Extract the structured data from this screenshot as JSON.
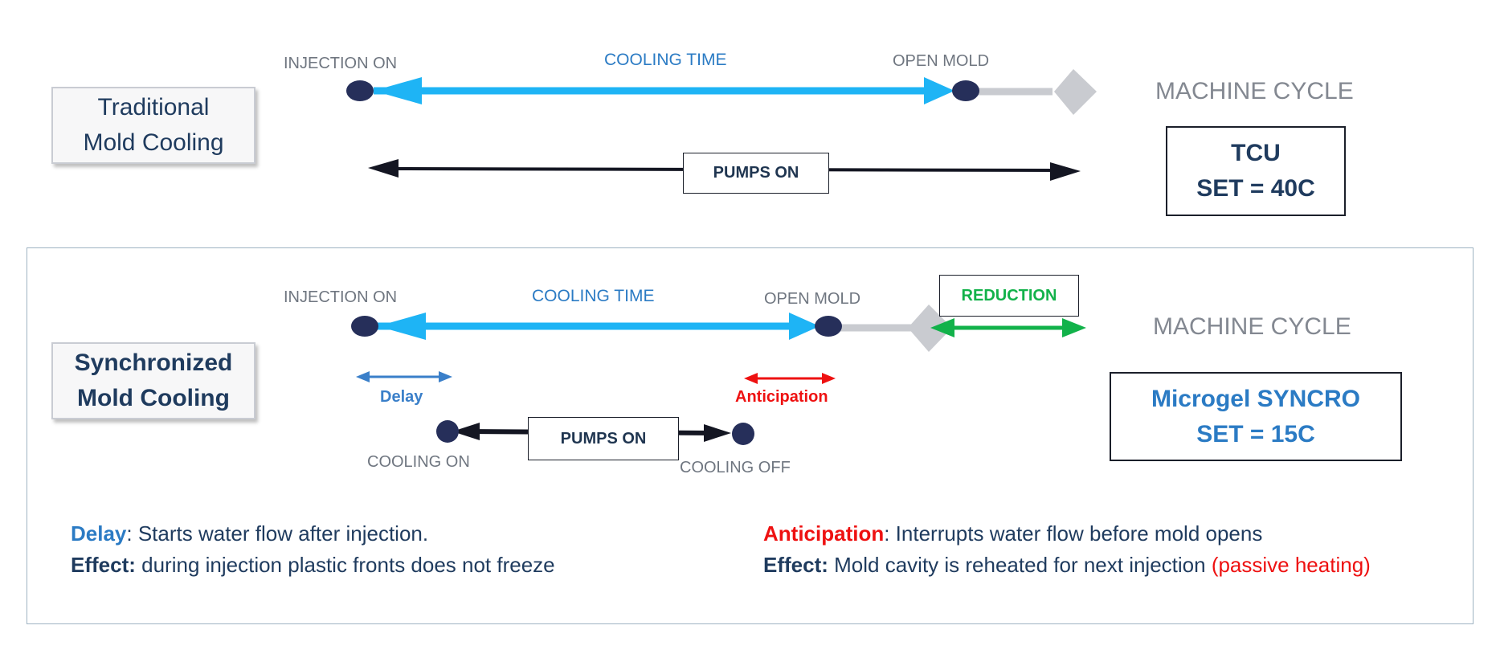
{
  "colors": {
    "cooling": "#1eb4f5",
    "dot": "#262f5a",
    "machine_cycle": "#c9cbd0",
    "pumps_line": "#141622",
    "delay": "#3a7fc9",
    "anticipation": "#ee1111",
    "reduction": "#12b24a",
    "title_text": "#1f3b5e",
    "accent_blue": "#2b7bc4"
  },
  "traditional": {
    "label_line1": "Traditional",
    "label_line2": "Mold Cooling",
    "injection_on": "INJECTION ON",
    "cooling_time": "COOLING TIME",
    "open_mold": "OPEN MOLD",
    "machine_cycle": "MACHINE CYCLE",
    "pumps_on": "PUMPS ON",
    "controller_line1": "TCU",
    "controller_line2": "SET = 40C"
  },
  "synchronized": {
    "label_line1": "Synchronized",
    "label_line2": "Mold Cooling",
    "injection_on": "INJECTION ON",
    "cooling_time": "COOLING TIME",
    "open_mold": "OPEN MOLD",
    "reduction": "REDUCTION",
    "machine_cycle": "MACHINE CYCLE",
    "delay": "Delay",
    "anticipation": "Anticipation",
    "pumps_on": "PUMPS ON",
    "cooling_on": "COOLING ON",
    "cooling_off": "COOLING OFF",
    "controller_line1": "Microgel SYNCRO",
    "controller_line2": "SET = 15C"
  },
  "legend": {
    "delay_key": "Delay",
    "delay_text": ": Starts water flow after injection.",
    "delay_effect_key": "Effect:",
    "delay_effect_text": " during injection plastic fronts does not freeze",
    "anticipation_key": "Anticipation",
    "anticipation_text": ": Interrupts water flow before mold opens",
    "anticipation_effect_key": "Effect:",
    "anticipation_effect_text": " Mold cavity is reheated for next injection ",
    "anticipation_effect_note": "(passive heating)"
  }
}
